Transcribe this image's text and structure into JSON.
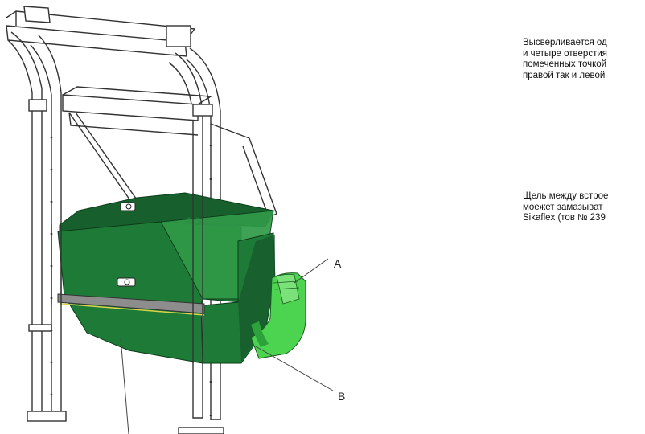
{
  "labels": {
    "a": "A",
    "b": "B"
  },
  "notes": {
    "drilling": "Высверливается од\nи четыре отверстия\nпомеченных точкой\nправой так и левой",
    "gap": "Щель между встрое\nмоежет замазыват\nSikaflex (тов № 239"
  },
  "colors": {
    "bin_green": "#1e7a37",
    "bin_green_light": "#2f9a48",
    "chute_green": "#4cd34f",
    "frame_line": "#333333"
  }
}
